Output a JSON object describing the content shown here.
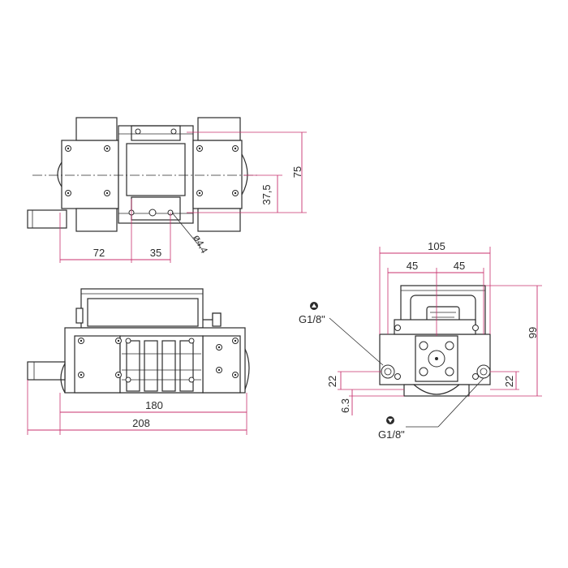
{
  "dimensions": {
    "top_view": {
      "height_total": "75",
      "height_half": "37,5",
      "width_left": "72",
      "width_right": "35",
      "hole": "ø4.4"
    },
    "front_view": {
      "body_length": "180",
      "overall_length": "208"
    },
    "side_view": {
      "width_total": "105",
      "half_left": "45",
      "half_right": "45",
      "height_total": "99",
      "port_height_left": "22",
      "port_height_right": "22",
      "foot_height": "6.3"
    }
  },
  "ports": {
    "inlet": {
      "symbol": "up-arrow-circle-icon",
      "thread": "G1/8\""
    },
    "outlet": {
      "symbol": "down-arrow-circle-icon",
      "thread": "G1/8\""
    }
  },
  "colors": {
    "dimension_lines": "#c8326e",
    "outline": "#2b2b2b"
  }
}
